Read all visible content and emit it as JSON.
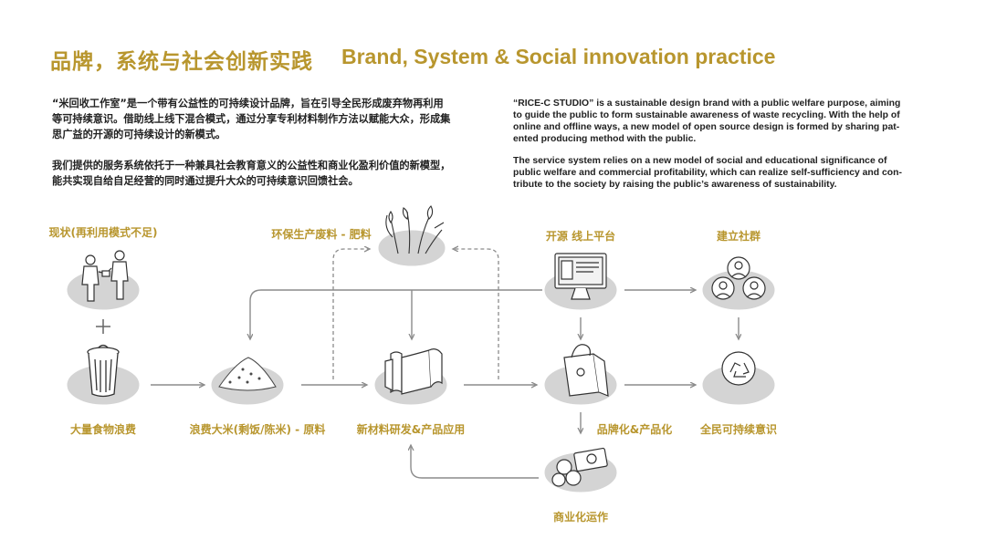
{
  "title": {
    "cn": "品牌，系统与社会创新实践",
    "en": "Brand, System & Social innovation practice"
  },
  "intro_cn": [
    "“米回收工作室”是一个带有公益性的可持续设计品牌，旨在引导全民形成废弃物再利用",
    "等可持续意识。借助线上线下混合模式，通过分享专利材料制作方法以赋能大众，形成集",
    "思广益的开源的可持续设计的新模式。",
    "我们提供的服务系统依托于一种兼具社会教育意义的公益性和商业化盈利价值的新模型，",
    "能共实现自给自足经营的同时通过提升大众的可持续意识回馈社会。"
  ],
  "intro_en": [
    "“RICE-C STUDIO” is a sustainable design brand with a public welfare purpose, aiming",
    "to guide the public to form sustainable awareness of waste recycling. With the help of",
    "online and offline ways, a new model of open source design is formed by sharing pat-",
    "ented producing method with the public.",
    "The service system relies on a new model of social and educational significance of",
    "public welfare and commercial profitability, which can realize self-sufficiency and con-",
    "tribute to the society by raising the public’s awareness of sustainability."
  ],
  "nodes": {
    "status": "现状(再利用模式不足)",
    "food_waste": "大量食物浪费",
    "waste_rice": "浪费大米(剩饭/陈米) - 原料",
    "fertilizer": "环保生产废料 - 肥料",
    "new_material": "新材料研发&产品应用",
    "platform": "开源 线上平台",
    "branding": "品牌化&产品化",
    "commercial": "商业化运作",
    "community": "建立社群",
    "awareness": "全民可持续意识"
  },
  "colors": {
    "accent": "#b8962e",
    "disc": "#d4d4d4",
    "arrow": "#8c8c8c"
  }
}
